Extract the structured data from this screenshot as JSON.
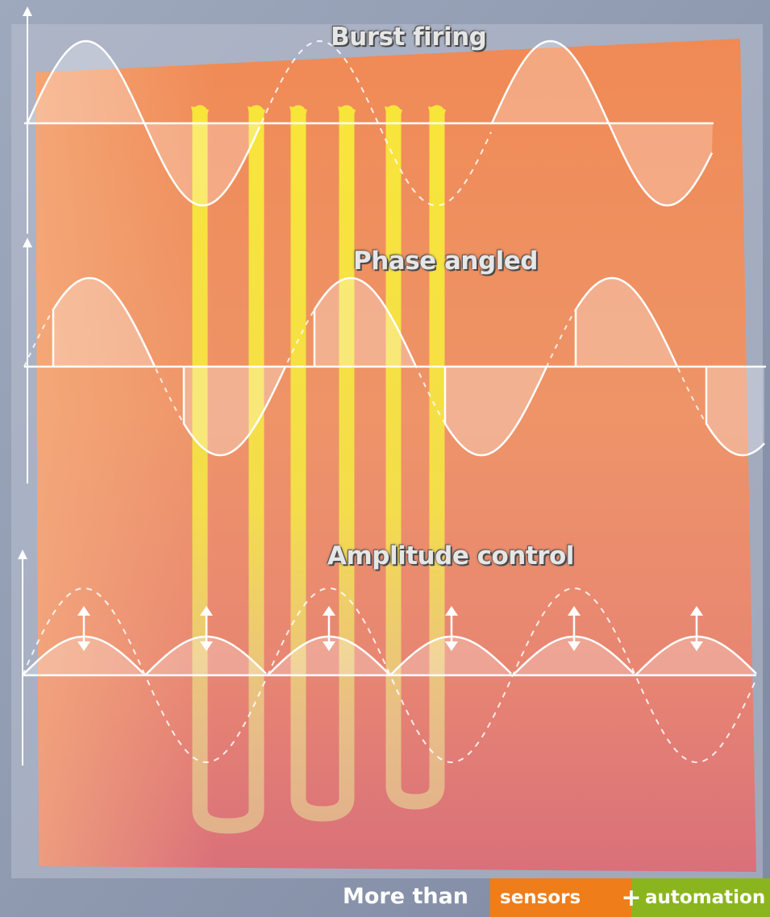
{
  "diagram": {
    "sections": [
      {
        "id": "burst",
        "label": "Burst firing"
      },
      {
        "id": "phase",
        "label": "Phase angled"
      },
      {
        "id": "amplitude",
        "label": "Amplitude control"
      }
    ]
  },
  "footer": {
    "tagline": "More than",
    "brand_left": "sensors",
    "brand_plus": "+",
    "brand_right": "automation"
  },
  "colors": {
    "heater_glow": "#f0905f",
    "heater_coil": "#f6e238",
    "frame": "#9aa6bd",
    "wave": "#ffffff",
    "brand_orange": "#ef7d1a",
    "brand_green": "#8bb51e"
  }
}
